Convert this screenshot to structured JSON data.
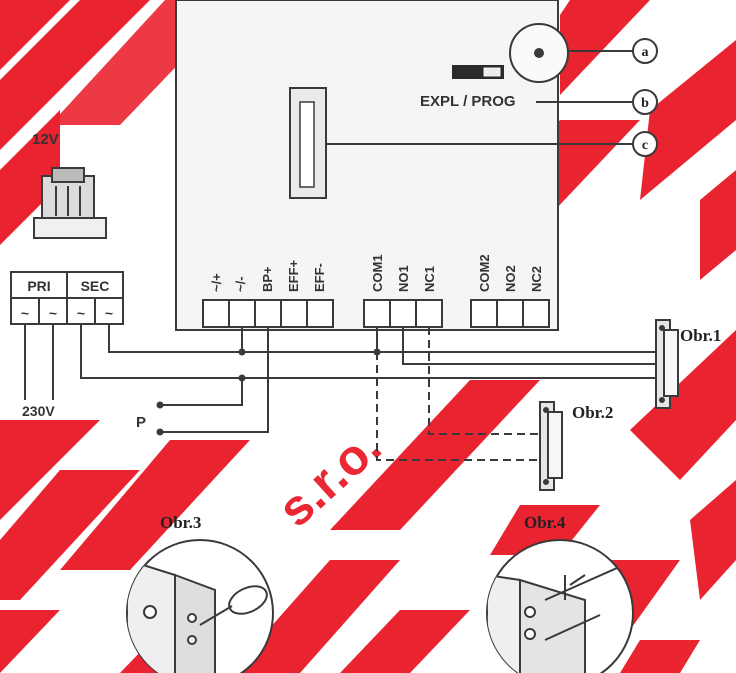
{
  "watermark": {
    "text": "s.r.o.",
    "color": "#e8111e"
  },
  "board": {
    "switch_label": "EXPL / PROG",
    "callouts": [
      "a",
      "b",
      "c"
    ],
    "terminals_left": [
      "~/+",
      "~/-",
      "BP+",
      "EFF+",
      "EFF-"
    ],
    "terminals_mid": [
      "COM1",
      "NO1",
      "NC1"
    ],
    "terminals_right": [
      "COM2",
      "NO2",
      "NC2"
    ]
  },
  "transformer": {
    "voltage_label": "12V",
    "pri_label": "PRI",
    "sec_label": "SEC",
    "wave_symbol": "~",
    "mains_label": "230V"
  },
  "p_label": "P",
  "figures": [
    "Obr.1",
    "Obr.2",
    "Obr.3",
    "Obr.4"
  ],
  "colors": {
    "line": "#3a3a3a",
    "board_fill": "#f3f3f3"
  }
}
